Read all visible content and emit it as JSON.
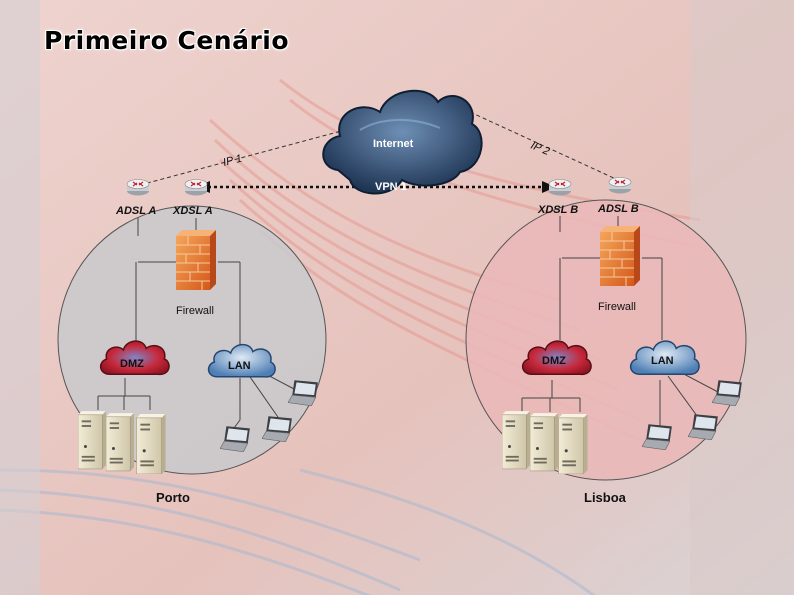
{
  "title": "Primeiro Cenário",
  "internet": {
    "label": "Internet"
  },
  "vpn": {
    "label": "VPN 1"
  },
  "links": {
    "ip1": "IP 1",
    "ip2": "IP 2"
  },
  "sites": {
    "porto": {
      "name": "Porto",
      "router_a": "ADSL A",
      "router_b": "XDSL A",
      "firewall": "Firewall",
      "dmz": "DMZ",
      "lan": "LAN"
    },
    "lisboa": {
      "name": "Lisboa",
      "router_a": "XDSL B",
      "router_b": "ADSL B",
      "firewall": "Firewall",
      "dmz": "DMZ",
      "lan": "LAN"
    }
  },
  "colors": {
    "porto_zone": "#c9c9cc",
    "lisboa_zone": "#eab8b8",
    "dmz_cloud": "#c6283a",
    "lan_cloud": "#4f7fb4",
    "internet_cloud": "#2d4d74",
    "firewall": "#e87a2c"
  }
}
